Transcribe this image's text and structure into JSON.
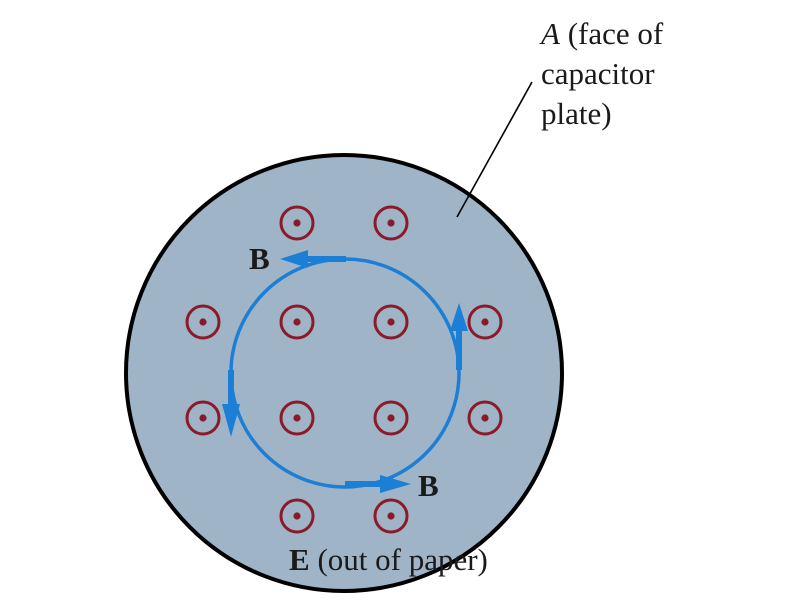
{
  "labels": {
    "plate_symbol": "A",
    "plate_text_line1": " (face of",
    "plate_text_line2": "capacitor",
    "plate_text_line3": "plate)",
    "b_top": "B",
    "b_bottom": "B",
    "e_symbol": "E",
    "e_text": " (out of paper)"
  },
  "colors": {
    "plate_fill": "#9fb4c7",
    "plate_stroke": "#000000",
    "field_e": "#8b1a2b",
    "field_b": "#1c7fd6"
  },
  "icons": {
    "e_field_marker": "dot-in-circle-out-of-page-icon"
  }
}
